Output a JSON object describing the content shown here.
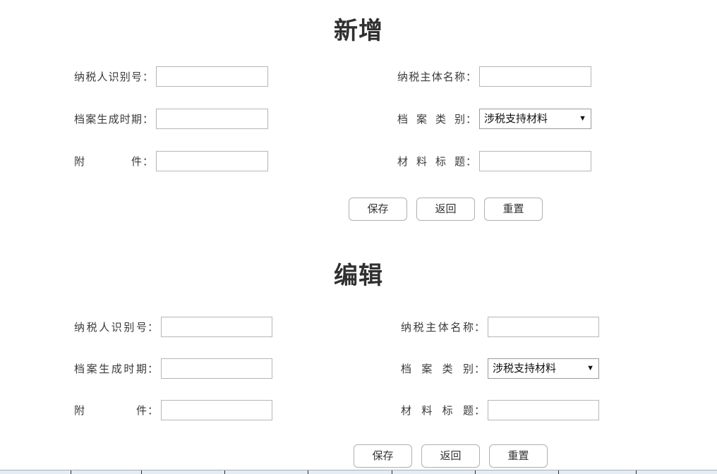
{
  "page": {
    "background": "#ffffff",
    "text_color": "#333333"
  },
  "sections": [
    {
      "id": "add",
      "title": "新增",
      "fields": {
        "taxpayer_id": {
          "label": "纳税人识别号",
          "colon": "：",
          "value": "",
          "placeholder": ""
        },
        "archive_date": {
          "label": "档案生成时期",
          "colon": "：",
          "value": "",
          "placeholder": ""
        },
        "attachment": {
          "label": "附件",
          "label_spaced": "附　　　件",
          "colon": "：",
          "value": "",
          "placeholder": ""
        },
        "entity_name": {
          "label": "纳税主体名称",
          "colon": "：",
          "value": "",
          "placeholder": ""
        },
        "archive_type": {
          "label": "档案类别",
          "colon": "：",
          "selected": "涉税支持材料",
          "arrow": "▼",
          "options": [
            "涉税支持材料"
          ]
        },
        "material_title": {
          "label": "材料标题",
          "colon": "：",
          "value": "",
          "placeholder": ""
        }
      },
      "buttons": [
        {
          "name": "save",
          "label": "保存"
        },
        {
          "name": "back",
          "label": "返回"
        },
        {
          "name": "reset",
          "label": "重置"
        }
      ]
    },
    {
      "id": "edit",
      "title": "编辑",
      "fields": {
        "taxpayer_id": {
          "label": "纳税人识别号",
          "colon": "：",
          "value": "",
          "placeholder": ""
        },
        "archive_date": {
          "label": "档案生成时期",
          "colon": "：",
          "value": "",
          "placeholder": ""
        },
        "attachment": {
          "label": "附件",
          "label_spaced": "附　　　件",
          "colon": "：",
          "value": "",
          "placeholder": ""
        },
        "entity_name": {
          "label": "纳税主体名称",
          "colon": "：",
          "value": "",
          "placeholder": ""
        },
        "archive_type": {
          "label": "档案类别",
          "colon": "：",
          "selected": "涉税支持材料",
          "arrow": "▼",
          "options": [
            "涉税支持材料"
          ]
        },
        "material_title": {
          "label": "材料标题",
          "colon": "：",
          "value": "",
          "placeholder": ""
        }
      },
      "buttons": [
        {
          "name": "save",
          "label": "保存"
        },
        {
          "name": "back",
          "label": "返回"
        },
        {
          "name": "reset",
          "label": "重置"
        }
      ]
    }
  ],
  "bottom_table": {
    "visible": true,
    "header_background": "#e7ecf3"
  }
}
